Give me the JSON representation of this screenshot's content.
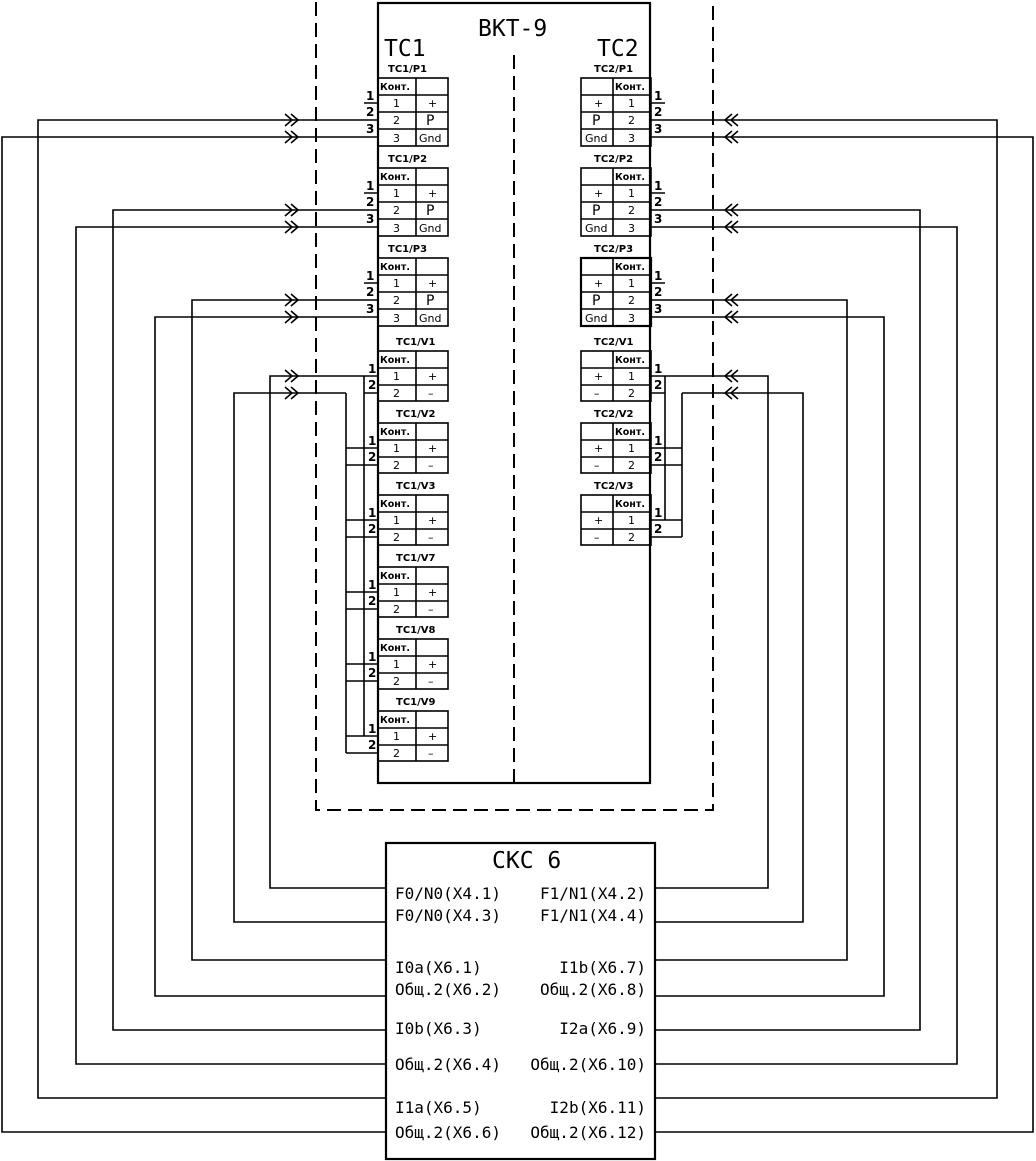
{
  "vkt": {
    "title": "ВКТ-9",
    "tc1": "ТС1",
    "tc2": "ТС2"
  },
  "skc": {
    "title": "СКС 6",
    "ports_left": [
      "F0/N0(X4.1)",
      "F0/N0(X4.3)",
      "I0a(X6.1)",
      "Общ.2(X6.2)",
      "I0b(X6.3)",
      "Общ.2(X6.4)",
      "I1a(X6.5)",
      "Общ.2(X6.6)"
    ],
    "ports_right": [
      "F1/N1(X4.2)",
      "F1/N1(X4.4)",
      "I1b(X6.7)",
      "Общ.2(X6.8)",
      "I2a(X6.9)",
      "Общ.2(X6.10)",
      "I2b(X6.11)",
      "Общ.2(X6.12)"
    ]
  },
  "terminal": {
    "header": "Конт.",
    "plus": "+",
    "minus": "–",
    "p": "P",
    "gnd": "Gnd"
  },
  "pins": [
    "1",
    "2",
    "3"
  ],
  "tc1_blocks": [
    "ТС1/Р1",
    "ТС1/Р2",
    "ТС1/Р3",
    "ТС1/V1",
    "ТС1/V2",
    "ТС1/V3",
    "ТС1/V7",
    "ТС1/V8",
    "ТС1/V9"
  ],
  "tc2_blocks": [
    "ТС2/Р1",
    "ТС2/Р2",
    "ТС2/Р3",
    "ТС2/V1",
    "ТС2/V2",
    "ТС2/V3"
  ]
}
